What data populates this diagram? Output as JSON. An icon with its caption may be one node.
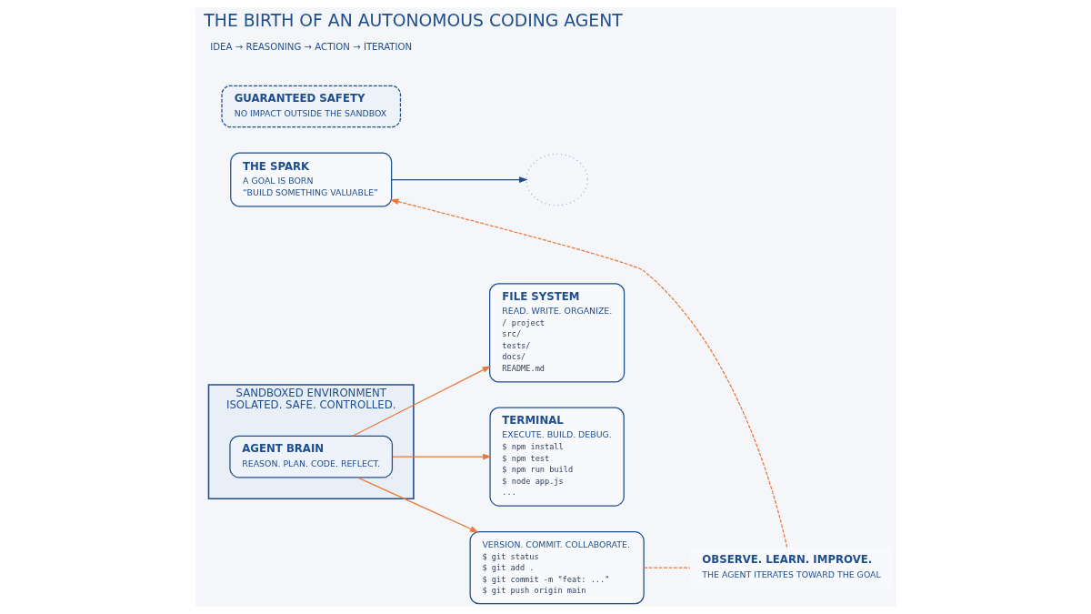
{
  "diagram": {
    "title": "THE BIRTH OF AN AUTONOMOUS CODING AGENT",
    "nodes": [
      {
        "text": [
          "THE SPARK",
          "A GOAL IS BORN",
          "“BUILD SOMETHING VALUABLE”"
        ]
      },
      {
        "text": [],
        "shape": "cloud"
      },
      {
        "text": [
          "SANDBOXED ENVIRONMENT",
          "ISOLATED. SAFE. CONTROLLED."
        ]
      },
      {
        "text": [
          "AGENT BRAIN",
          "REASON. PLAN. CODE. REFLECT."
        ],
        "in": 2
      },
      {
        "text": [
          "FILE SYSTEM",
          "READ. WRITE. ORGANIZE.",
          "/ project",
          "src/",
          "tests/",
          "docs/",
          "README.md"
        ]
      },
      {
        "text": [
          "TERMINAL",
          "EXECUTE. BUILD. DEBUG.",
          "$ npm install",
          "$ npm test",
          "$ npm run build",
          "$ node app.js",
          "..."
        ]
      },
      {
        "text": [
          "VERSION. COMMIT. COLLABORATE.",
          "$ git status",
          "$ git add .",
          "$ git commit -m \"feat: ...\"",
          "$ git push origin main"
        ]
      },
      {
        "text": [
          "GUARANTEED SAFETY",
          "NO IMPACT OUTSIDE THE SANDBOX"
        ]
      },
      {
        "text": [
          "OBSERVE. LEARN. IMPROVE.",
          "THE AGENT ITERATES TOWARD THE GOAL"
        ]
      }
    ],
    "edges": [
      {
        "from": 0,
        "to": 1,
        "arrow": "to",
        "color": "#1f4e8c"
      },
      {
        "from": 3,
        "to": 4,
        "arrow": "to"
      },
      {
        "from": 3,
        "to": 5,
        "arrow": "to"
      },
      {
        "from": 3,
        "to": 6,
        "arrow": "to"
      },
      {
        "from": 6,
        "to": 8,
        "arrow": "none",
        "style": "dashed"
      },
      {
        "from": 8,
        "to": 0,
        "arrow": "to",
        "style": "dashed"
      }
    ],
    "labels": [
      "IDEA → REASONING → ACTION → ITERATION"
    ]
  }
}
